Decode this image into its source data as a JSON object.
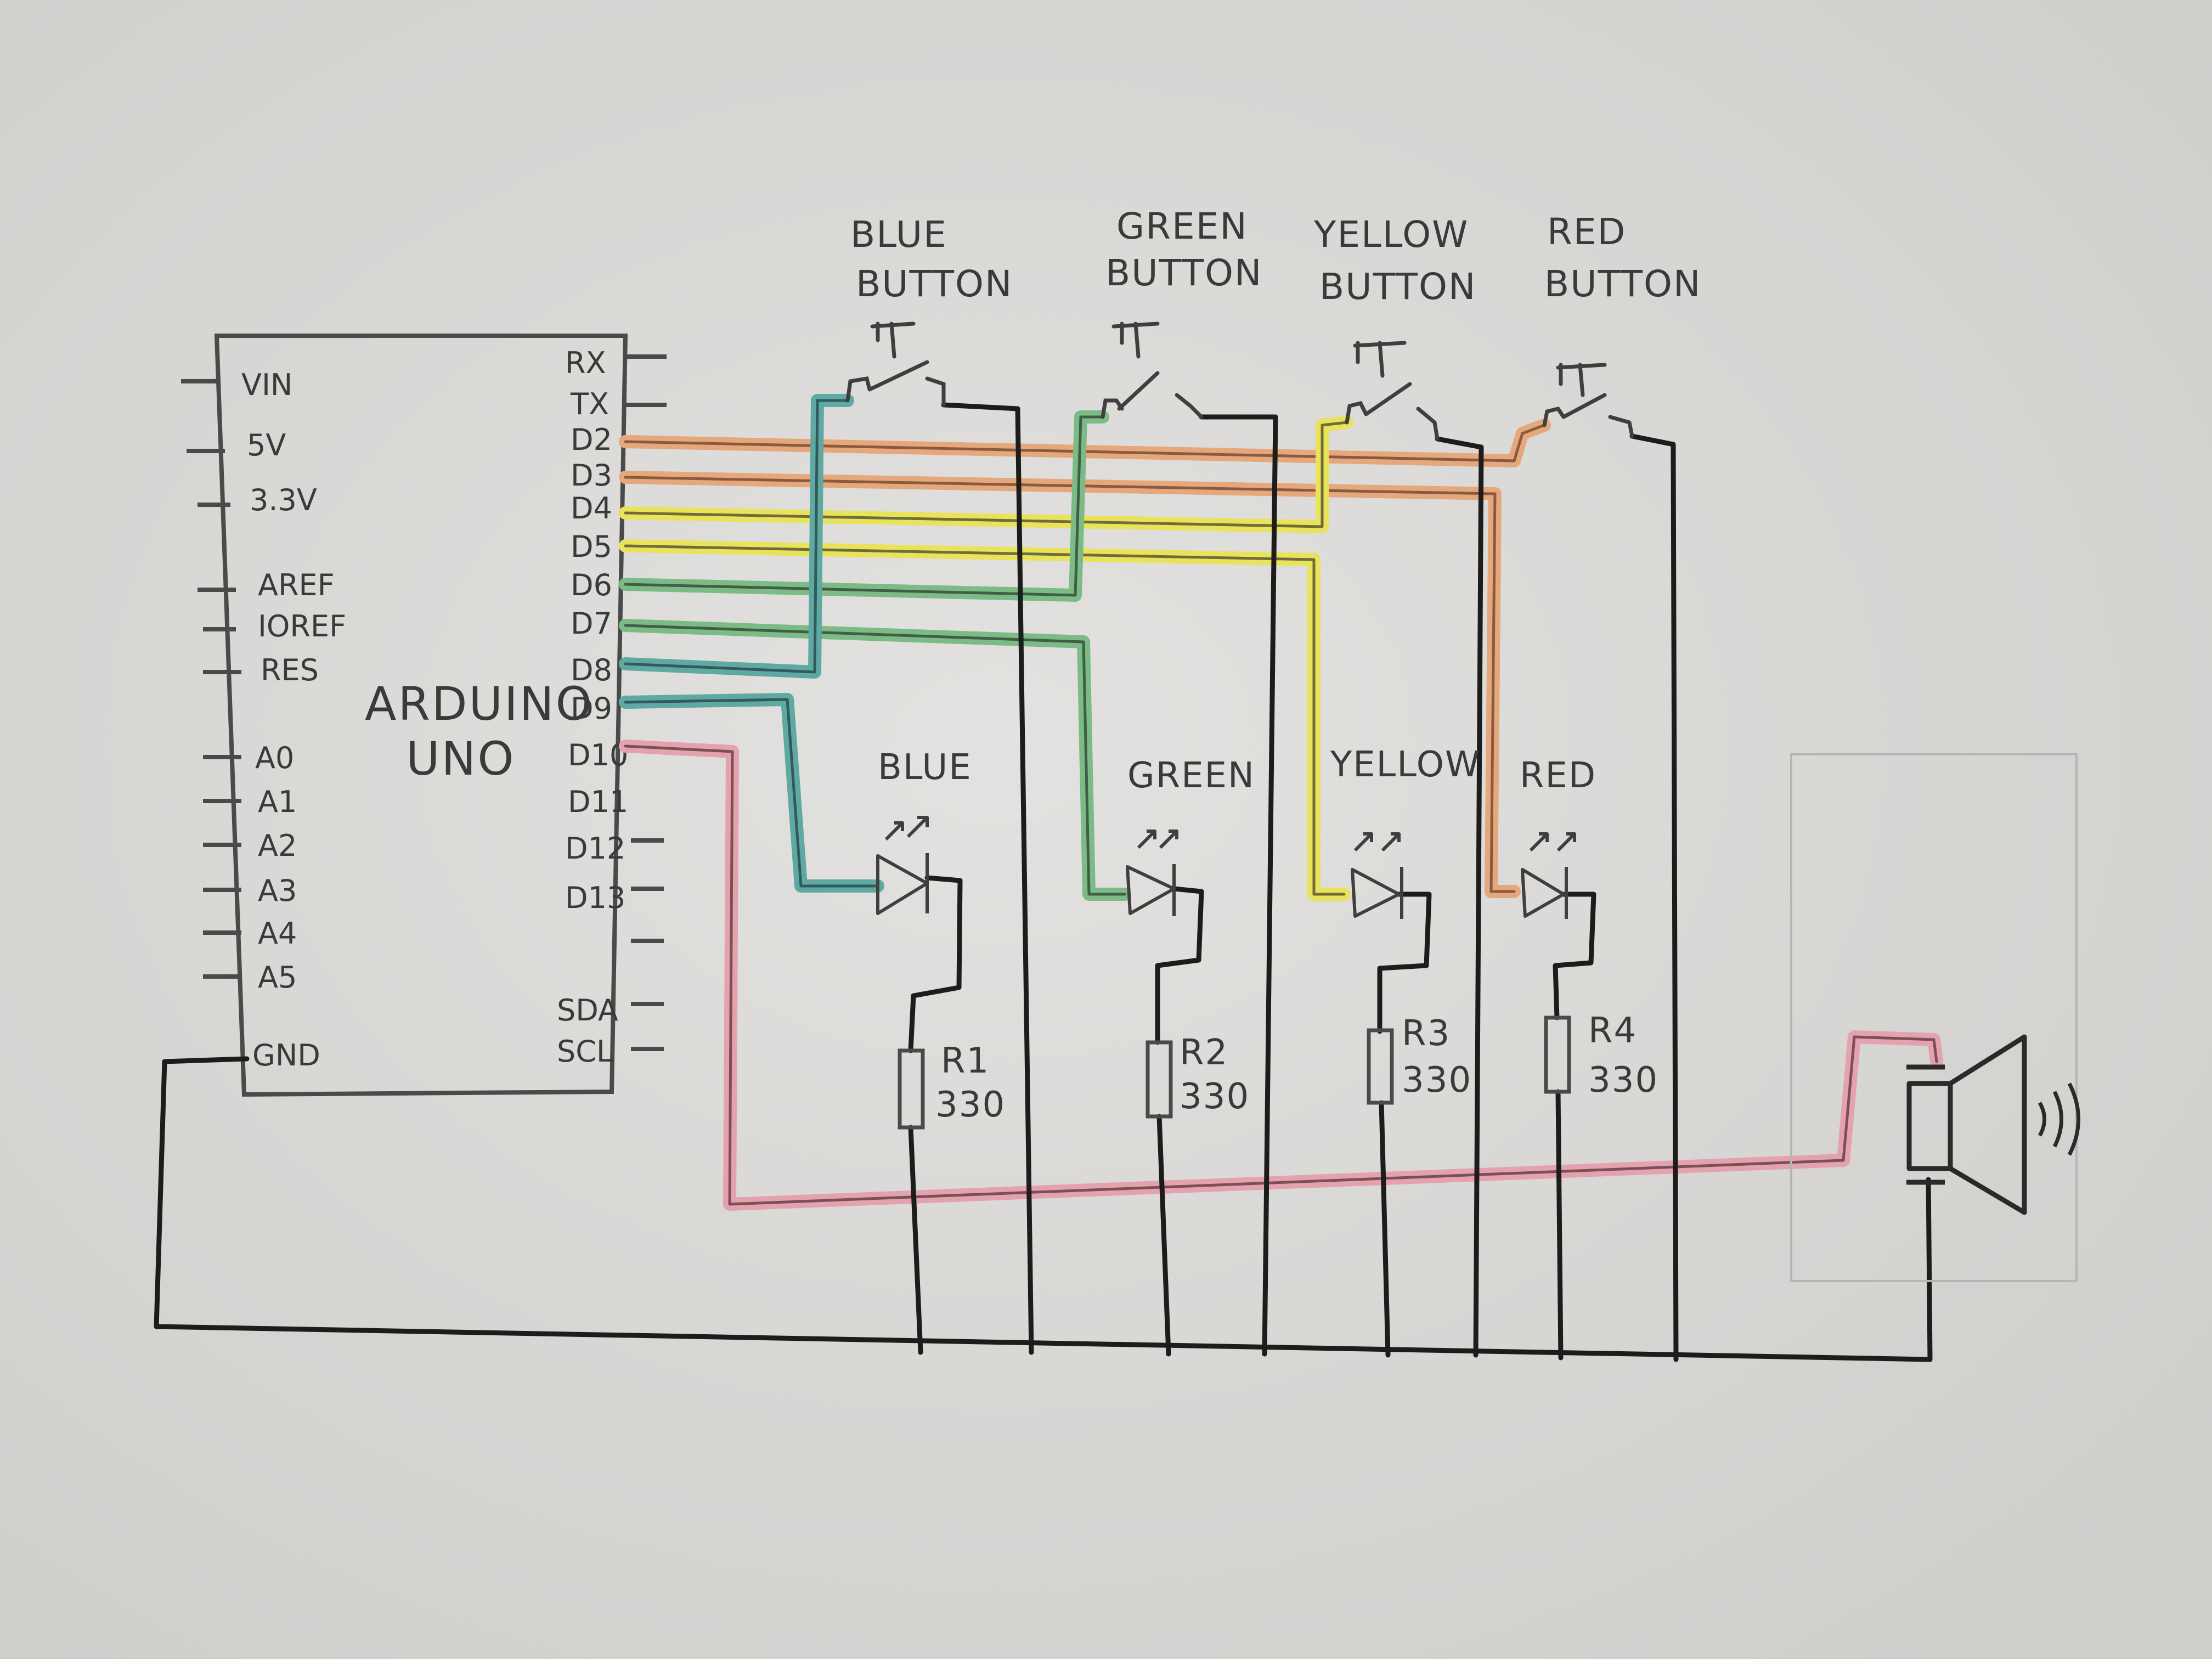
{
  "board": {
    "name_line1": "ARDUINO",
    "name_line2": "UNO",
    "left_pins": [
      "VIN",
      "5V",
      "3.3V",
      "AREF",
      "IOREF",
      "RES",
      "A0",
      "A1",
      "A2",
      "A3",
      "A4",
      "A5",
      "GND"
    ],
    "right_pins": [
      "RX",
      "TX",
      "D2",
      "D3",
      "D4",
      "D5",
      "D6",
      "D7",
      "D8",
      "D9",
      "D10",
      "D11",
      "D12",
      "D13",
      "SDA",
      "SCL"
    ]
  },
  "buttons": [
    {
      "line1": "BLUE",
      "line2": "BUTTON"
    },
    {
      "line1": "GREEN",
      "line2": "BUTTON"
    },
    {
      "line1": "YELLOW",
      "line2": "BUTTON"
    },
    {
      "line1": "RED",
      "line2": "BUTTON"
    }
  ],
  "leds": [
    "BLUE",
    "GREEN",
    "YELLOW",
    "RED"
  ],
  "resistors": [
    {
      "name": "R1",
      "value": "330"
    },
    {
      "name": "R2",
      "value": "330"
    },
    {
      "name": "R3",
      "value": "330"
    },
    {
      "name": "R4",
      "value": "330"
    }
  ],
  "colors": {
    "paper": "#dddcda",
    "pencil": "#3a3a3a",
    "ink": "#1c1c1c",
    "blue_wire": "#5fa9a3",
    "green_wire": "#7dbb86",
    "yellow_wire": "#e8e35a",
    "orange_wire": "#e5a77c",
    "red_wire": "#e3a2ae"
  }
}
